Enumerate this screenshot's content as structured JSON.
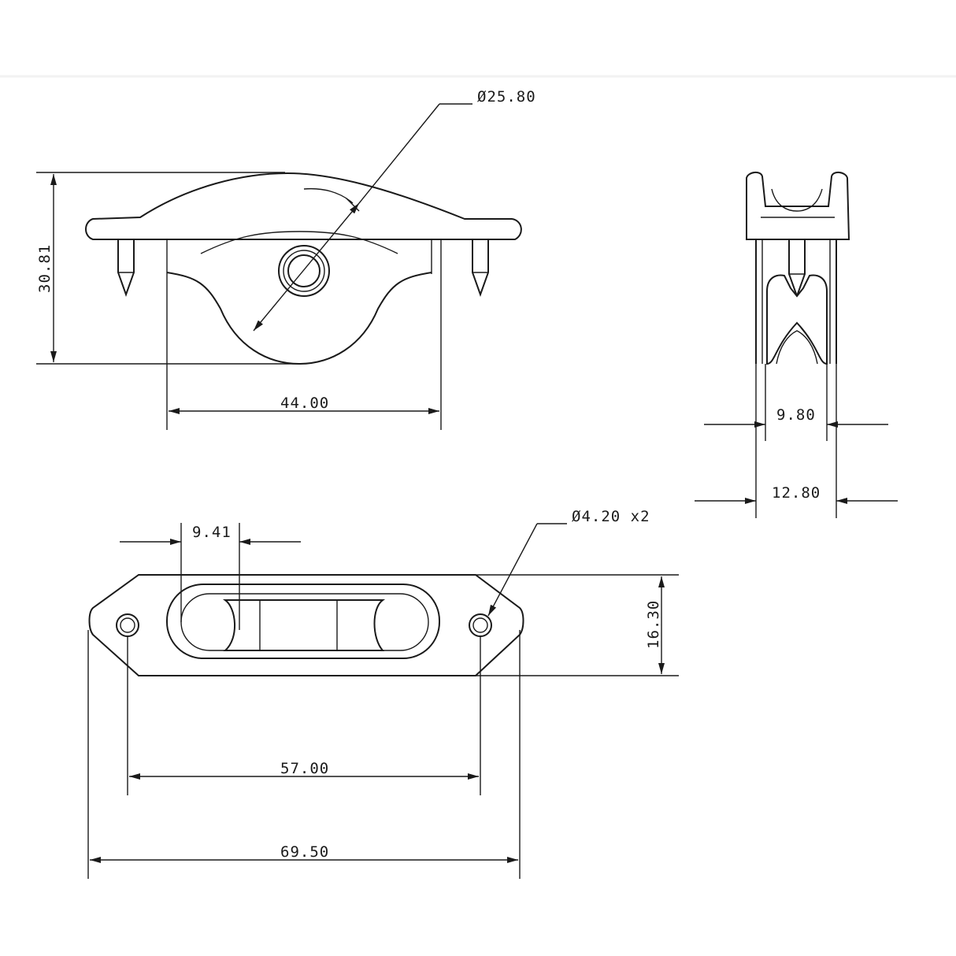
{
  "dimensions": {
    "pulley_diameter": "Ø25.80",
    "height": "30.81",
    "inner_width": "44.00",
    "sheave_width": "9.80",
    "body_width": "12.80",
    "slot_offset": "9.41",
    "hole_diameter": "Ø4.20 x2",
    "base_height": "16.30",
    "hole_spacing": "57.00",
    "overall_length": "69.50"
  }
}
